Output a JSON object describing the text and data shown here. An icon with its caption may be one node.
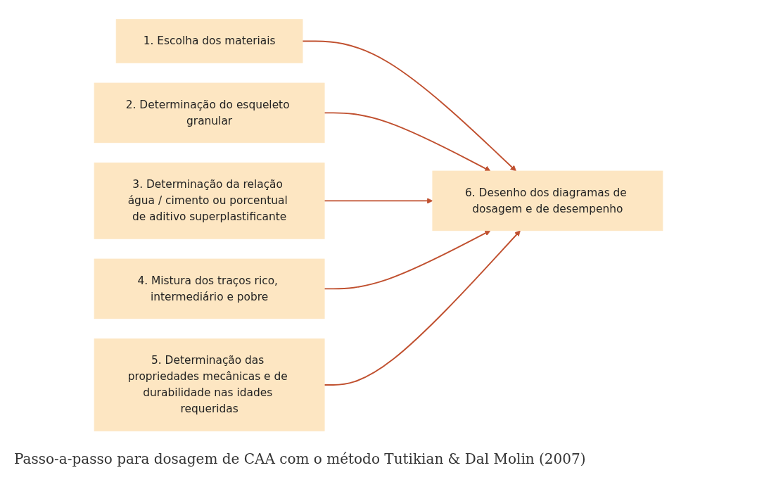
{
  "diagram": {
    "caption": "Passo-a-passo para dosagem de CAA com o método Tutikian & Dal Molin (2007)",
    "nodes": [
      {
        "text": [
          "1. Escolha dos materiais"
        ]
      },
      {
        "text": [
          "2. Determinação do esqueleto granular"
        ]
      },
      {
        "text": [
          "3. Determinação da relação água / cimento ou porcentual de aditivo superplastificante"
        ]
      },
      {
        "text": [
          "4. Mistura dos traços rico, intermediário e pobre"
        ]
      },
      {
        "text": [
          "5. Determinação das propriedades mecânicas e de durabilidade nas idades requeridas"
        ]
      },
      {
        "text": [
          "6. Desenho dos diagramas de dosagem e de desempenho"
        ]
      }
    ],
    "edges": [
      {
        "from": 0,
        "to": 5,
        "arrow": "to"
      },
      {
        "from": 1,
        "to": 5,
        "arrow": "to"
      },
      {
        "from": 2,
        "to": 5,
        "arrow": "to"
      },
      {
        "from": 3,
        "to": 5,
        "arrow": "to"
      },
      {
        "from": 4,
        "to": 5,
        "arrow": "to"
      }
    ]
  }
}
